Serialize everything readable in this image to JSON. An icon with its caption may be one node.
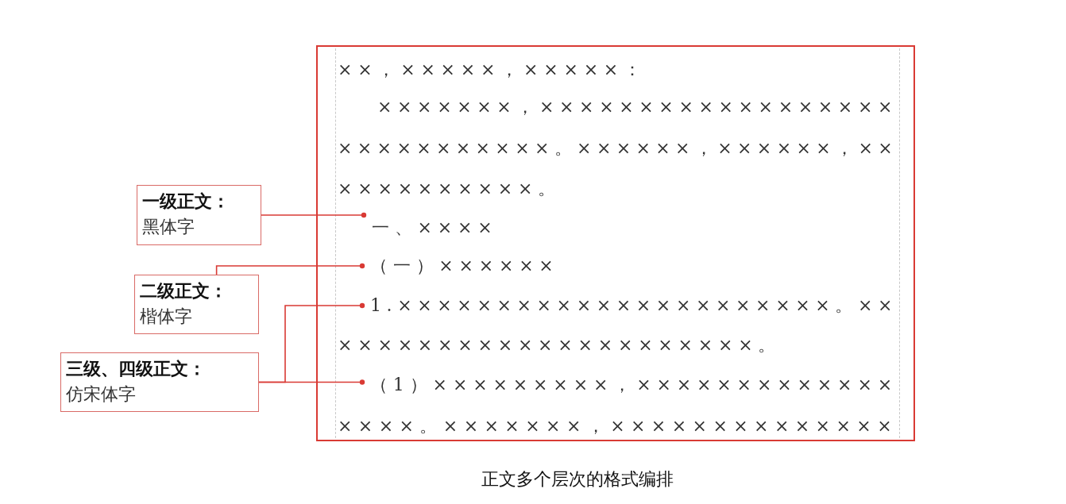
{
  "diagram": {
    "caption": "正文多个层次的格式编排",
    "nodes": [
      {
        "text": [],
        "shape": "box"
      },
      {
        "text": [
          "××，×××××，×××××："
        ],
        "in": 0
      },
      {
        "text": [
          "×××××××，××××××××××××××××××"
        ],
        "in": 0
      },
      {
        "text": [
          "×××××××××××。××××××，××××××，××"
        ],
        "in": 0
      },
      {
        "text": [
          "××××××××××。"
        ],
        "in": 0
      },
      {
        "text": [
          "一、××××"
        ],
        "in": 0
      },
      {
        "text": [
          "（一）××××××"
        ],
        "in": 0
      },
      {
        "text": [
          "1.××××××××××××××××××××××。××"
        ],
        "in": 0
      },
      {
        "text": [
          "×××××××××××××××××××××。"
        ],
        "in": 0
      },
      {
        "text": [
          "（1）×××××××××，×××××××××××××"
        ],
        "in": 0
      },
      {
        "text": [
          "××××。×××××××，××××××××××××××"
        ],
        "in": 0
      },
      {
        "text": [
          "一级正文：",
          "黑体字"
        ]
      },
      {
        "text": [
          "二级正文：",
          "楷体字"
        ]
      },
      {
        "text": [
          "三级、四级正文：",
          "仿宋体字"
        ]
      }
    ],
    "edges": [
      {
        "from": 11,
        "to": 5,
        "arrow": "other"
      },
      {
        "from": 12,
        "to": 6,
        "arrow": "other"
      },
      {
        "from": 13,
        "to": 7,
        "arrow": "other"
      },
      {
        "from": 13,
        "to": 9,
        "arrow": "other"
      }
    ]
  }
}
